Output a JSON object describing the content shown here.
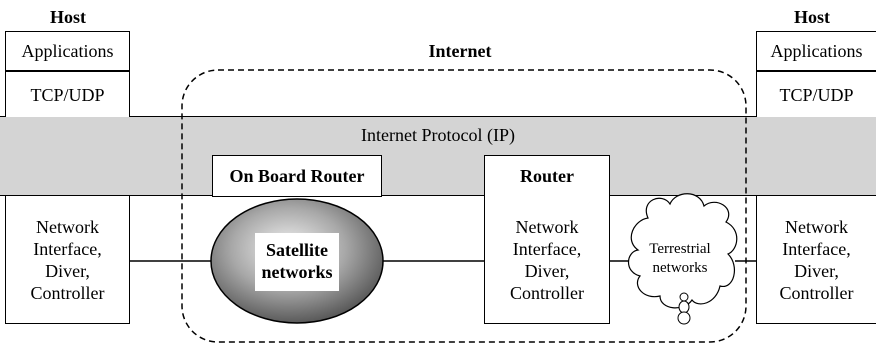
{
  "left_host": {
    "title": "Host",
    "applications": "Applications",
    "transport": "TCP/UDP",
    "netif": "Network\nInterface,\nDiver,\nController"
  },
  "right_host": {
    "title": "Host",
    "applications": "Applications",
    "transport": "TCP/UDP",
    "netif": "Network\nInterface,\nDiver,\nController"
  },
  "internet_label": "Internet",
  "ip_band": "Internet Protocol (IP)",
  "onboard_router": "On Board Router",
  "router": {
    "title": "Router",
    "netif": "Network\nInterface,\nDiver,\nController"
  },
  "satellite": "Satellite\nnetworks",
  "terrestrial": "Terrestrial\nnetworks"
}
